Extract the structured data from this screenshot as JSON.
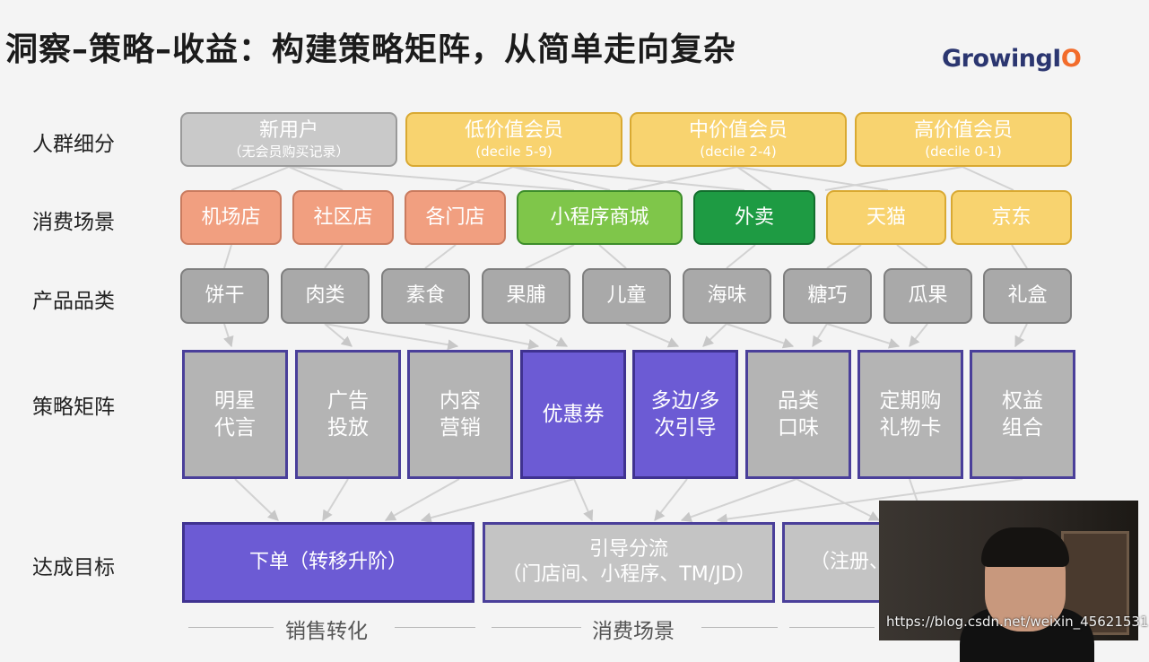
{
  "title": "洞察–策略–收益：构建策略矩阵，从简单走向复杂",
  "logo": {
    "main": "GrowingI",
    "accent": "O"
  },
  "row_labels": {
    "segments": "人群细分",
    "scenes": "消费场景",
    "categories": "产品品类",
    "strategies": "策略矩阵",
    "goals": "达成目标"
  },
  "segments": [
    {
      "label": "新用户",
      "sub": "（无会员购买记录）"
    },
    {
      "label": "低价值会员",
      "sub": "(decile 5-9)"
    },
    {
      "label": "中价值会员",
      "sub": "(decile 2-4)"
    },
    {
      "label": "高价值会员",
      "sub": "(decile 0-1)"
    }
  ],
  "scenes": [
    "机场店",
    "社区店",
    "各门店",
    "小程序商城",
    "外卖",
    "天猫",
    "京东"
  ],
  "categories": [
    "饼干",
    "肉类",
    "素食",
    "果脯",
    "儿童",
    "海味",
    "糖巧",
    "瓜果",
    "礼盒"
  ],
  "strategies": [
    {
      "line1": "明星",
      "line2": "代言"
    },
    {
      "line1": "广告",
      "line2": "投放"
    },
    {
      "line1": "内容",
      "line2": "营销"
    },
    {
      "line1": "优惠券",
      "line2": ""
    },
    {
      "line1": "多边/多",
      "line2": "次引导"
    },
    {
      "line1": "品类",
      "line2": "口味"
    },
    {
      "line1": "定期购",
      "line2": "礼物卡"
    },
    {
      "line1": "权益",
      "line2": "组合"
    }
  ],
  "goals": [
    {
      "line1": "下单（转移升阶）",
      "line2": ""
    },
    {
      "line1": "引导分流",
      "line2": "（门店间、小程序、TM/JD）"
    },
    {
      "line1": "",
      "line2": "（注册、"
    }
  ],
  "bottom_labels": [
    "销售转化",
    "消费场景"
  ],
  "watermark": "https://blog.csdn.net/weixin_45621531",
  "colors": {
    "purple": "#6c5bd4",
    "yellow": "#f8d36f",
    "salmon": "#f19f80",
    "green": "#7fc64a",
    "dark_green": "#1e9b43",
    "gray": "#a9a9a9"
  }
}
